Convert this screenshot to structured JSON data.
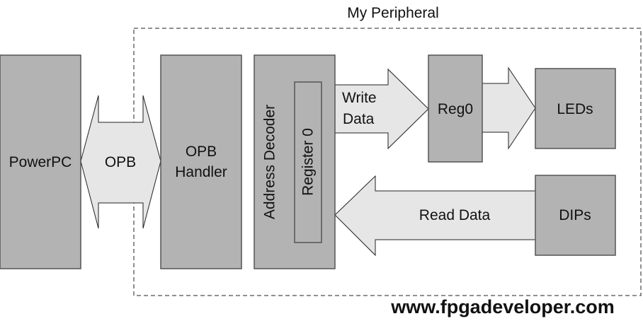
{
  "title": "My Peripheral",
  "blocks": {
    "powerpc": "PowerPC",
    "opb_handler_line1": "OPB",
    "opb_handler_line2": "Handler",
    "address_decoder": "Address Decoder",
    "register0": "Register 0",
    "reg0": "Reg0",
    "leds": "LEDs",
    "dips": "DIPs"
  },
  "arrows": {
    "opb": "OPB",
    "write_line1": "Write",
    "write_line2": "Data",
    "read": "Read Data"
  },
  "watermark": "www.fpgadeveloper.com",
  "colors": {
    "block": "#b3b3b3",
    "arrow": "#e6e6e6"
  }
}
